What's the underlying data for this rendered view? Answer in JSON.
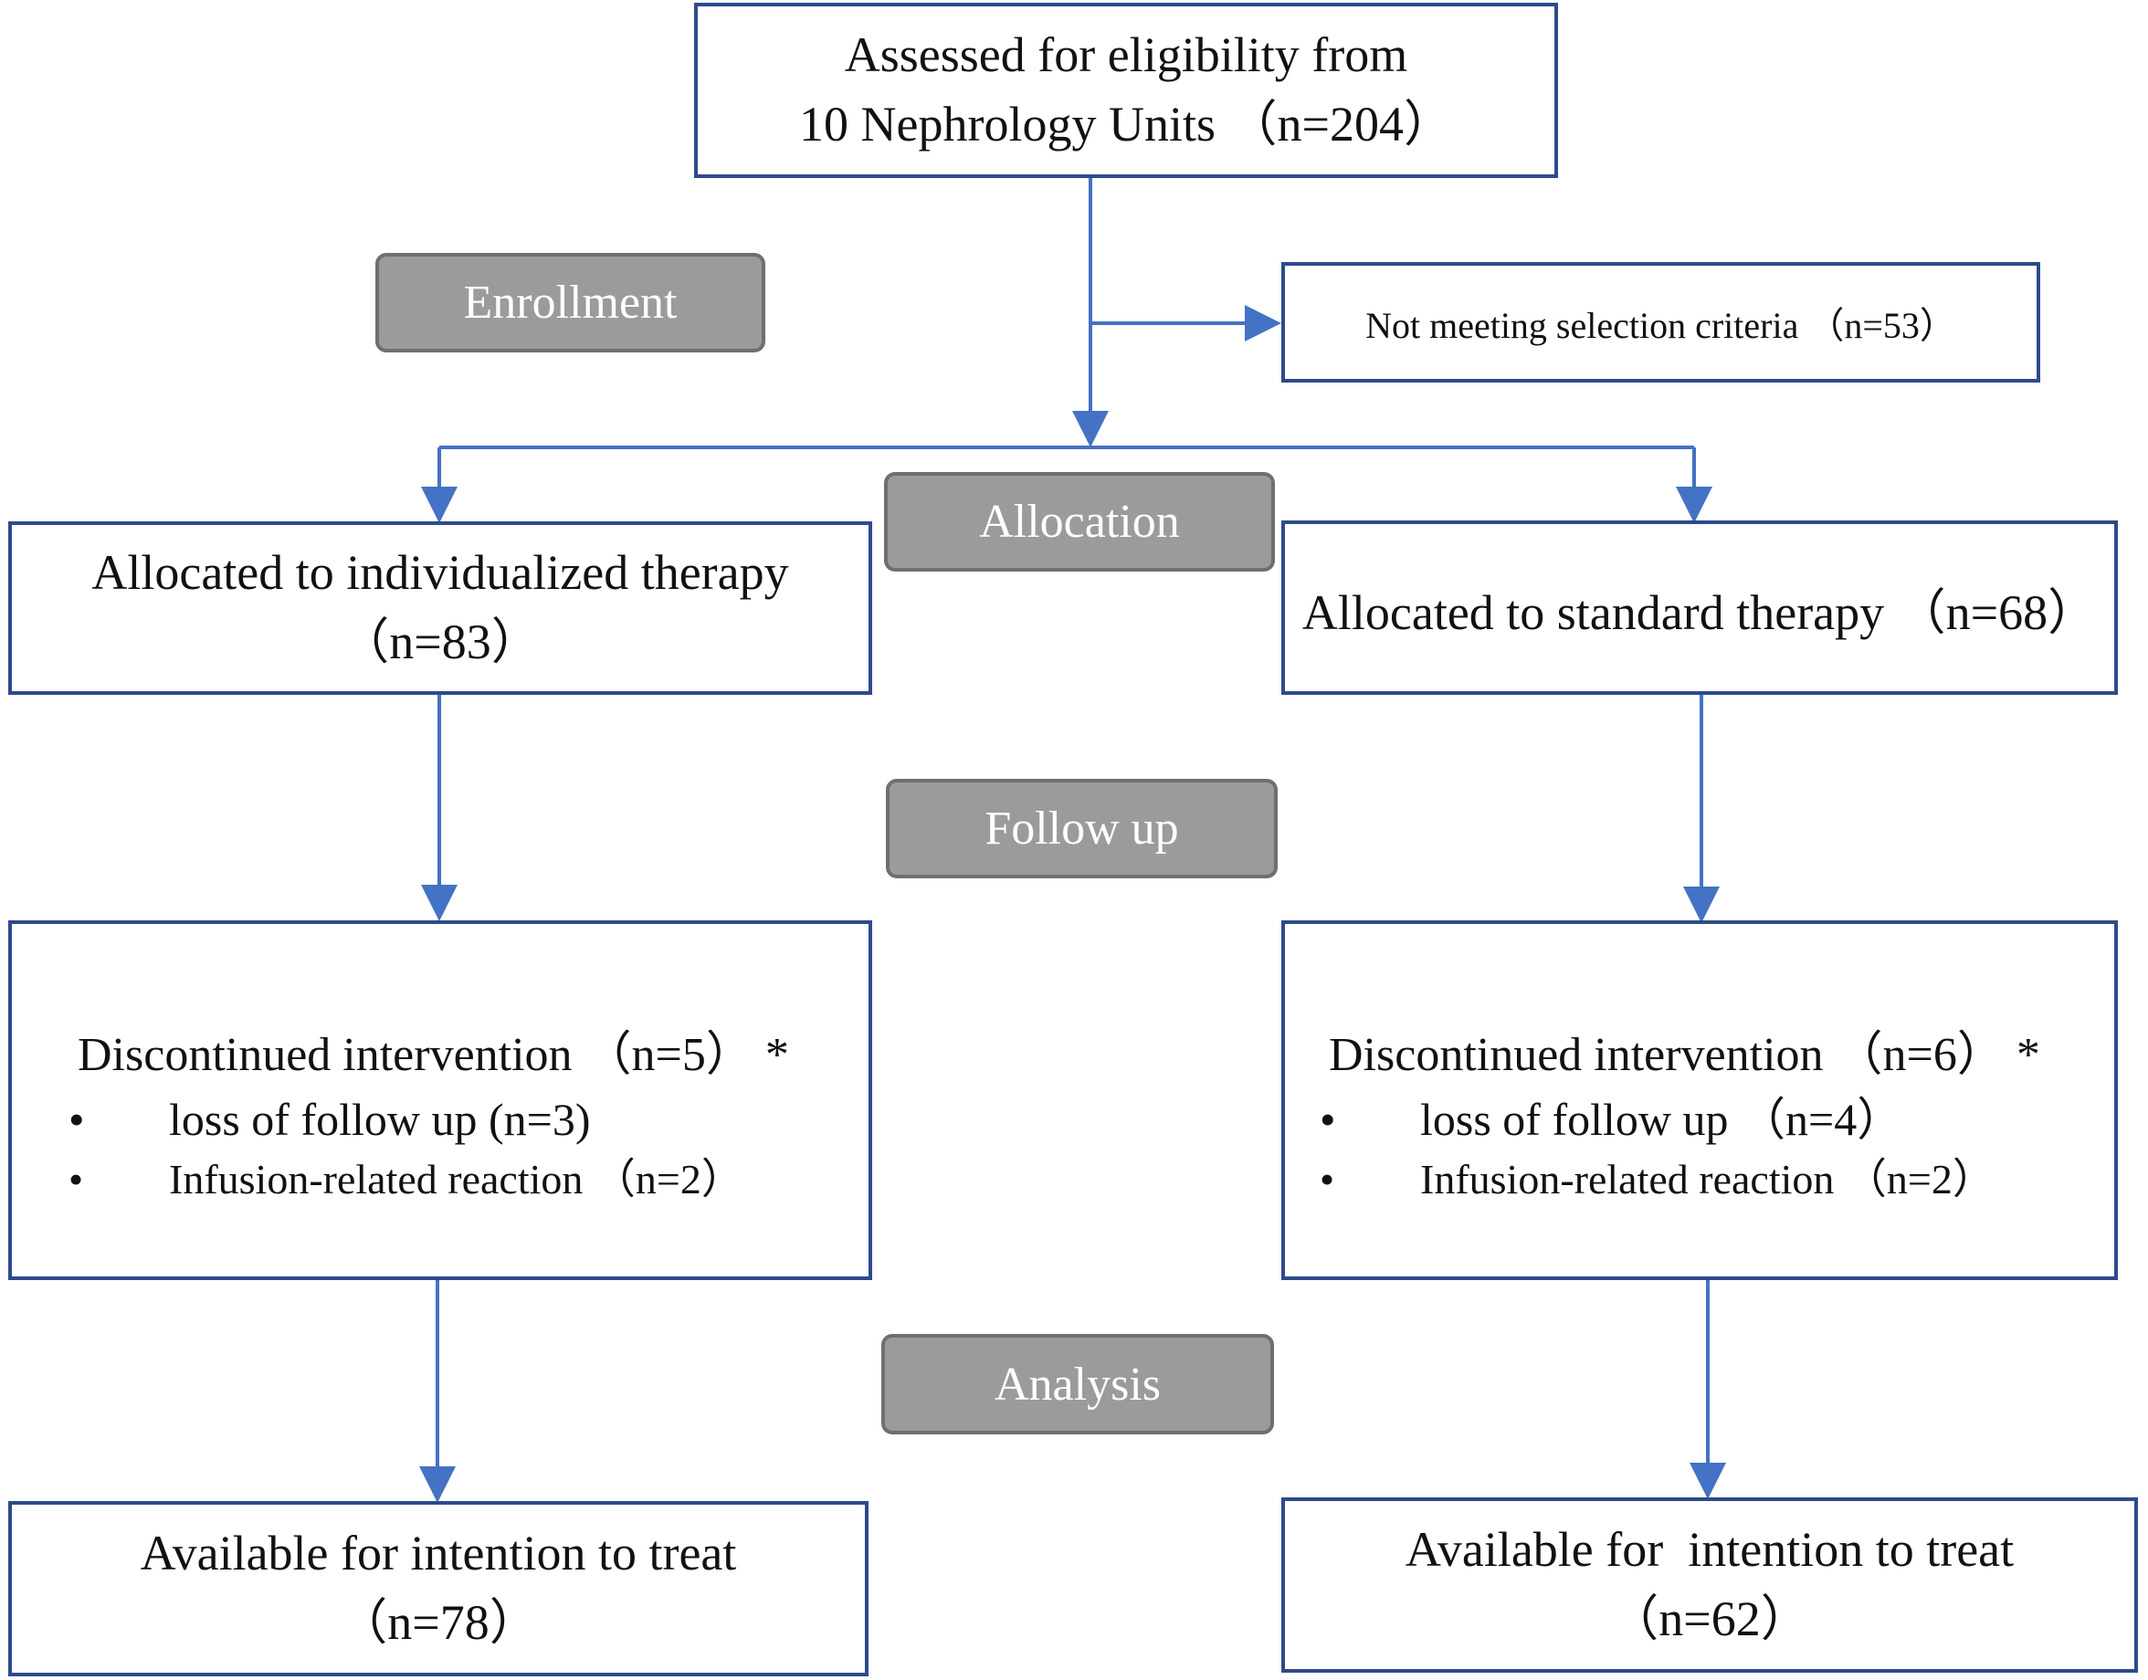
{
  "stages": {
    "enrollment": "Enrollment",
    "allocation": "Allocation",
    "follow_up": "Follow up",
    "analysis": "Analysis"
  },
  "assessed": {
    "line1": "Assessed for eligibility from",
    "line2": "10 Nephrology Units （n=204）"
  },
  "excluded": "Not meeting selection criteria （n=53）",
  "arm_left": {
    "allocated_line1": "Allocated to individualized therapy",
    "allocated_line2": "（n=83）",
    "discontinued": "Discontinued intervention （n=5） *",
    "bullet": "•",
    "reason1": "loss of follow up (n=3)",
    "reason2": "Infusion-related reaction （n=2）",
    "available_line1": "Available for intention to treat",
    "available_line2": "（n=78）"
  },
  "arm_right": {
    "allocated": "Allocated to standard therapy （n=68）",
    "discontinued": "Discontinued intervention （n=6） *",
    "bullet": "•",
    "reason1": "loss of follow up （n=4）",
    "reason2": "Infusion-related reaction （n=2）",
    "available_line1": "Available for  intention to treat",
    "available_line2": "（n=62）"
  },
  "colors": {
    "box_border": "#2e4a8c",
    "arrow": "#4472c4",
    "stage_fill": "#9b9b9b",
    "stage_border": "#6f6f6f"
  }
}
